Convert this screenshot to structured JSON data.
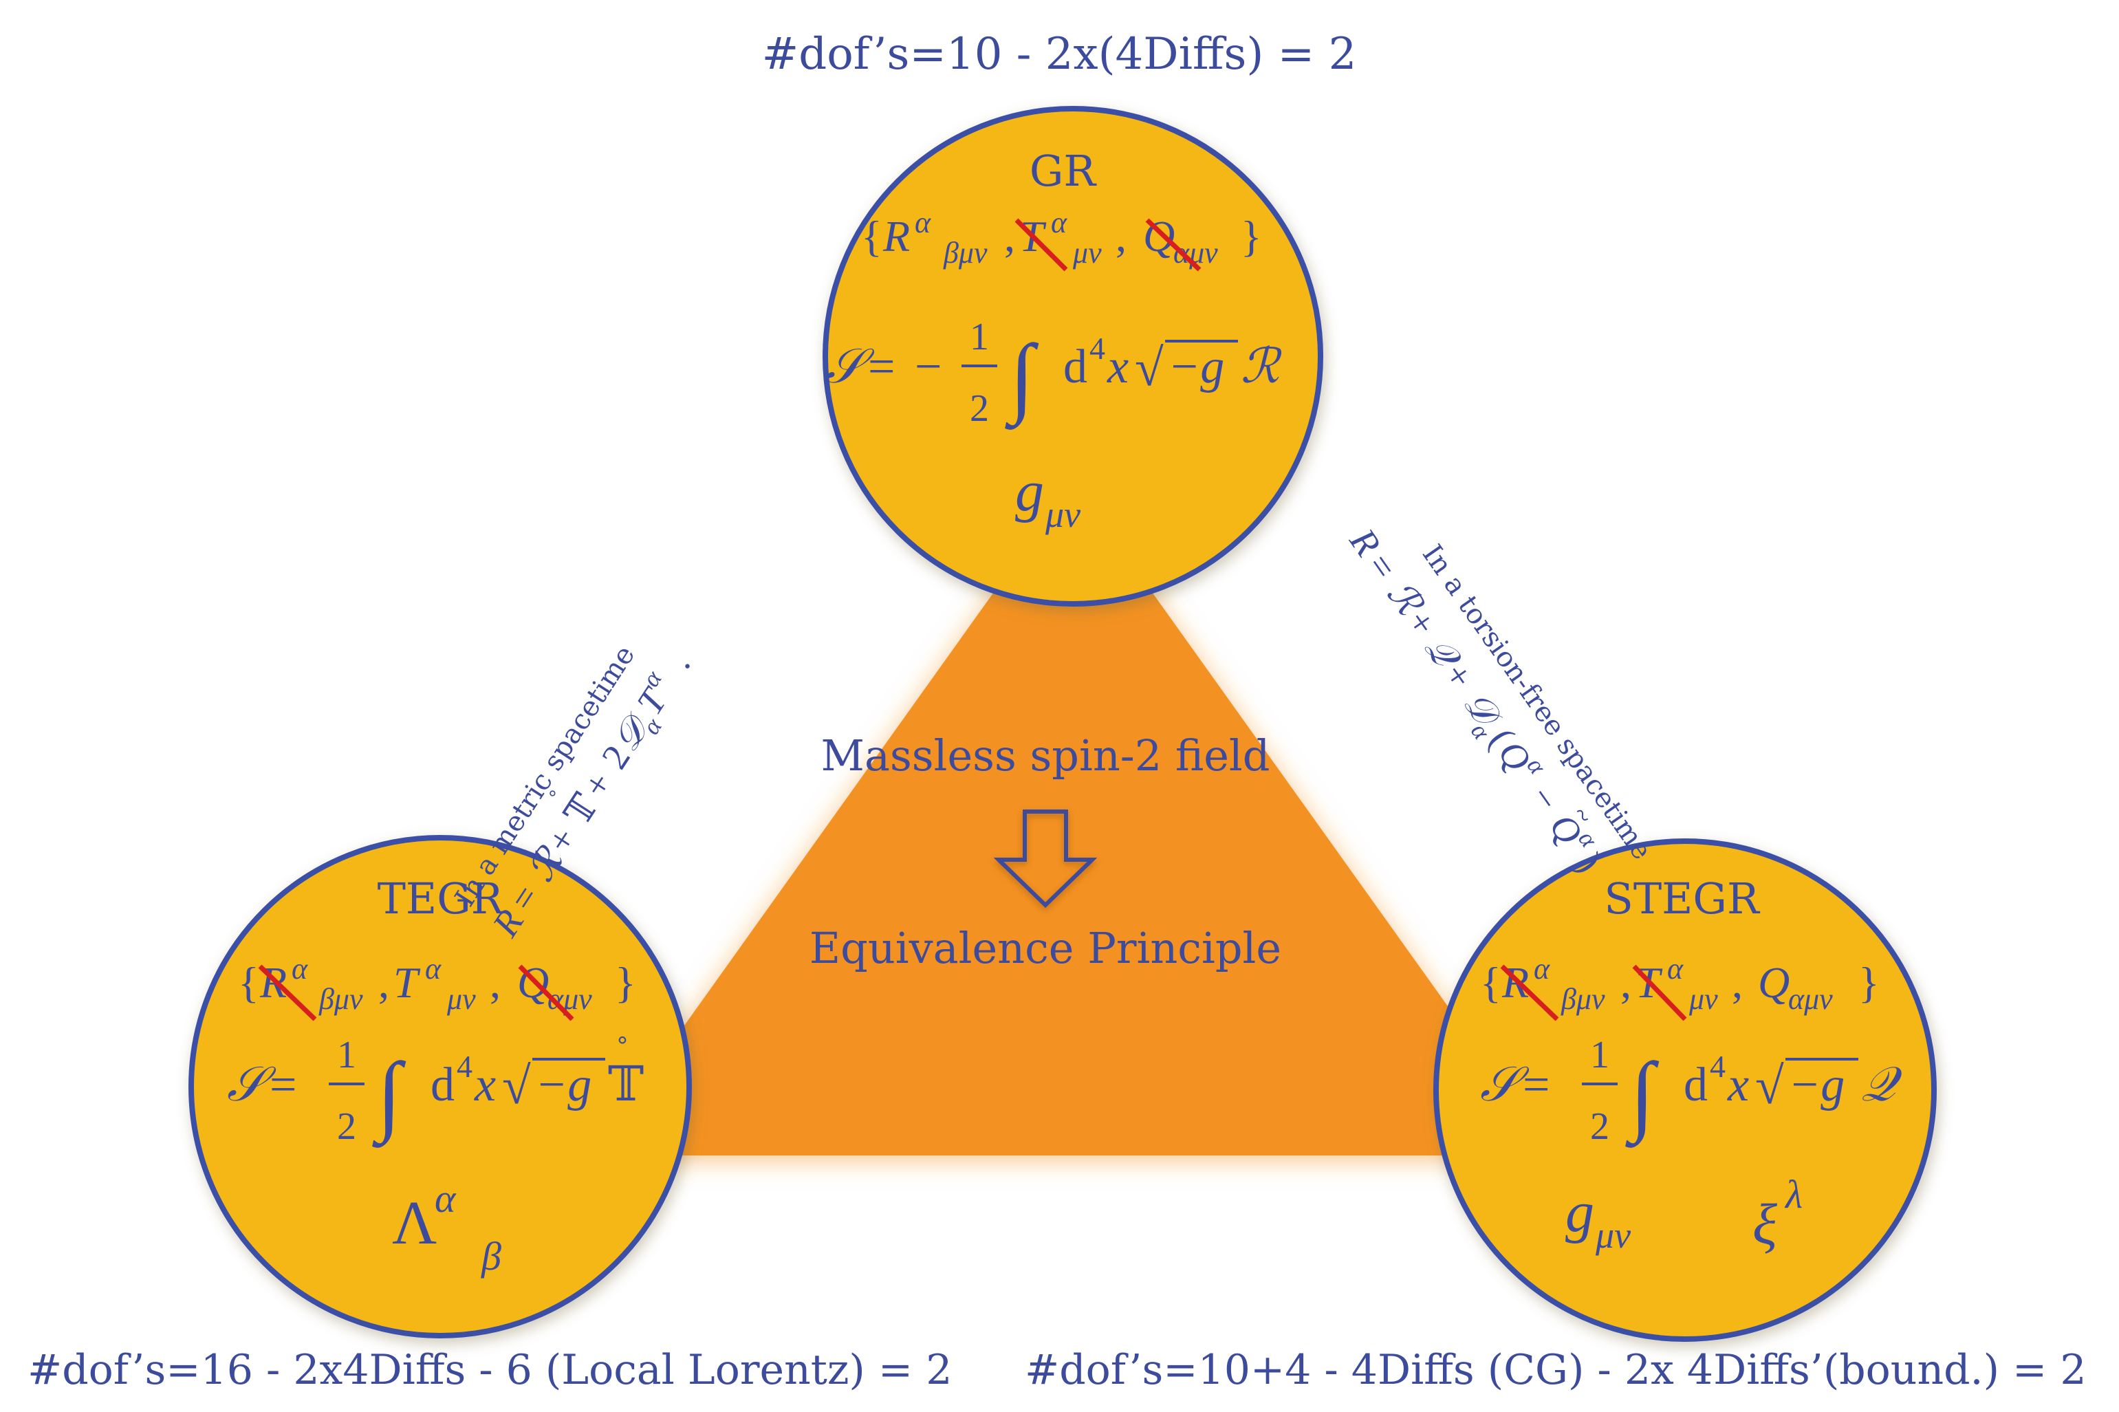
{
  "colors": {
    "text_blue": "#3d4b9c",
    "circle_fill": "#f5b718",
    "circle_stroke": "#3a4fa6",
    "triangle_fill": "#f39220",
    "strike_red": "#d81f1f"
  },
  "top_dof": "#dof’s=10 - 2x(4Diffs) = 2",
  "bottom_left_dof": "#dof’s=16 - 2x4Diffs - 6 (Local Lorentz) = 2",
  "bottom_right_dof": "#dof’s=10+4 - 4Diffs (CG) - 2x 4Diffs’(bound.) = 2",
  "center": {
    "line1": "Massless spin-2 field",
    "line2": "Equivalence Principle",
    "arrow_icon": "down-arrow-outline"
  },
  "gr": {
    "title": "GR",
    "tensors": {
      "open": "{",
      "r_base": "R",
      "r_sup": "α",
      "r_sub": "βμν",
      "sep": ",",
      "t_base": "T",
      "t_sup": "α",
      "t_sub": "μν",
      "q_base": "Q",
      "q_sub": "αμν",
      "close": "}"
    },
    "action": {
      "lhs": "𝒮",
      "eq": "=",
      "sign": "−",
      "num": "1",
      "den": "2",
      "integral": "∫",
      "d": "d",
      "d_sup": "4",
      "x": "x",
      "sqrt": "√",
      "radicand": "−g",
      "lagr": "ℛ"
    },
    "field_base": "g",
    "field_sub": "μν"
  },
  "tegr": {
    "title": "TEGR",
    "action": {
      "lhs": "𝒮",
      "eq": "=",
      "num": "1",
      "den": "2",
      "integral": "∫",
      "d": "d",
      "d_sup": "4",
      "x": "x",
      "sqrt": "√",
      "radicand": "−g",
      "lagr": "𝕋",
      "ring": "˚"
    },
    "field_base": "Λ",
    "field_sup": "α",
    "field_sub": "β"
  },
  "stegr": {
    "title": "STEGR",
    "action": {
      "lhs": "𝒮",
      "eq": "=",
      "num": "1",
      "den": "2",
      "integral": "∫",
      "d": "d",
      "d_sup": "4",
      "x": "x",
      "sqrt": "√",
      "radicand": "−g",
      "lagr": "𝒬"
    },
    "field1_base": "g",
    "field1_sub": "μν",
    "field2_base": "ξ",
    "field2_sup": "λ"
  },
  "left_edge": {
    "caption": "In a metric spacetime",
    "eq_lhs": "R",
    "eq_eq": "=",
    "eq_r": "ℛ",
    "eq_plus1": "+",
    "eq_ring": "˚",
    "eq_t": "𝕋",
    "eq_plus2": "+",
    "eq_coef": "2",
    "eq_d": "𝒟",
    "eq_d_sub": "α",
    "eq_tv": "T",
    "eq_tv_sup": "α",
    "eq_end": "."
  },
  "right_edge": {
    "caption": "In a torsion-free spacetime",
    "eq_lhs": "R",
    "eq_eq": "=",
    "eq_r": "ℛ",
    "eq_plus1": "+",
    "eq_q": "𝒬",
    "eq_plus2": "+",
    "eq_d": "𝒟",
    "eq_d_sub": "α",
    "eq_open": "(",
    "eq_q1": "Q",
    "eq_q1_sup": "α",
    "eq_minus": "−",
    "eq_q2": "Q",
    "eq_q2_tilde": "~",
    "eq_q2_sup": "α",
    "eq_close": ")"
  }
}
